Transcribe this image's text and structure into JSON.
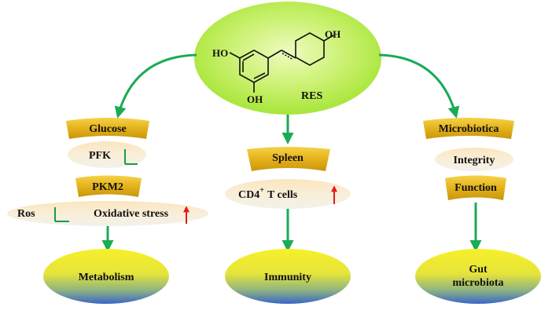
{
  "center": {
    "compound": "RES",
    "substituents": {
      "oh_left": "HO",
      "oh_right": "OH",
      "oh_bottom": "OH"
    }
  },
  "left_branch": {
    "header": "Glucose",
    "pfk": {
      "label": "PFK",
      "effect": "inhibited"
    },
    "pkm2": "PKM2",
    "ros": {
      "label": "Ros",
      "effect": "inhibited"
    },
    "oxidative_stress": {
      "label": "Oxidative stress",
      "effect": "increased"
    },
    "outcome": "Metabolism"
  },
  "middle_branch": {
    "header": "Spleen",
    "cells": {
      "base": "CD4",
      "superscript": "+",
      "rest": "T  cells",
      "effect": "increased"
    },
    "outcome": "Immunity"
  },
  "right_branch": {
    "header": "Microbiotica",
    "integrity": "Integrity",
    "function": "Function",
    "outcome": {
      "line1": "Gut",
      "line2": "microbiota"
    }
  },
  "colors": {
    "arrow_green": "#1aab55",
    "inhibit_green": "#169c4a",
    "increase_red": "#e01b1b",
    "center_ellipse": "#c6f06a",
    "banner_gold": "#e8b820",
    "outcome_top": "#f4ee2a",
    "outcome_bottom": "#3a66c8"
  }
}
